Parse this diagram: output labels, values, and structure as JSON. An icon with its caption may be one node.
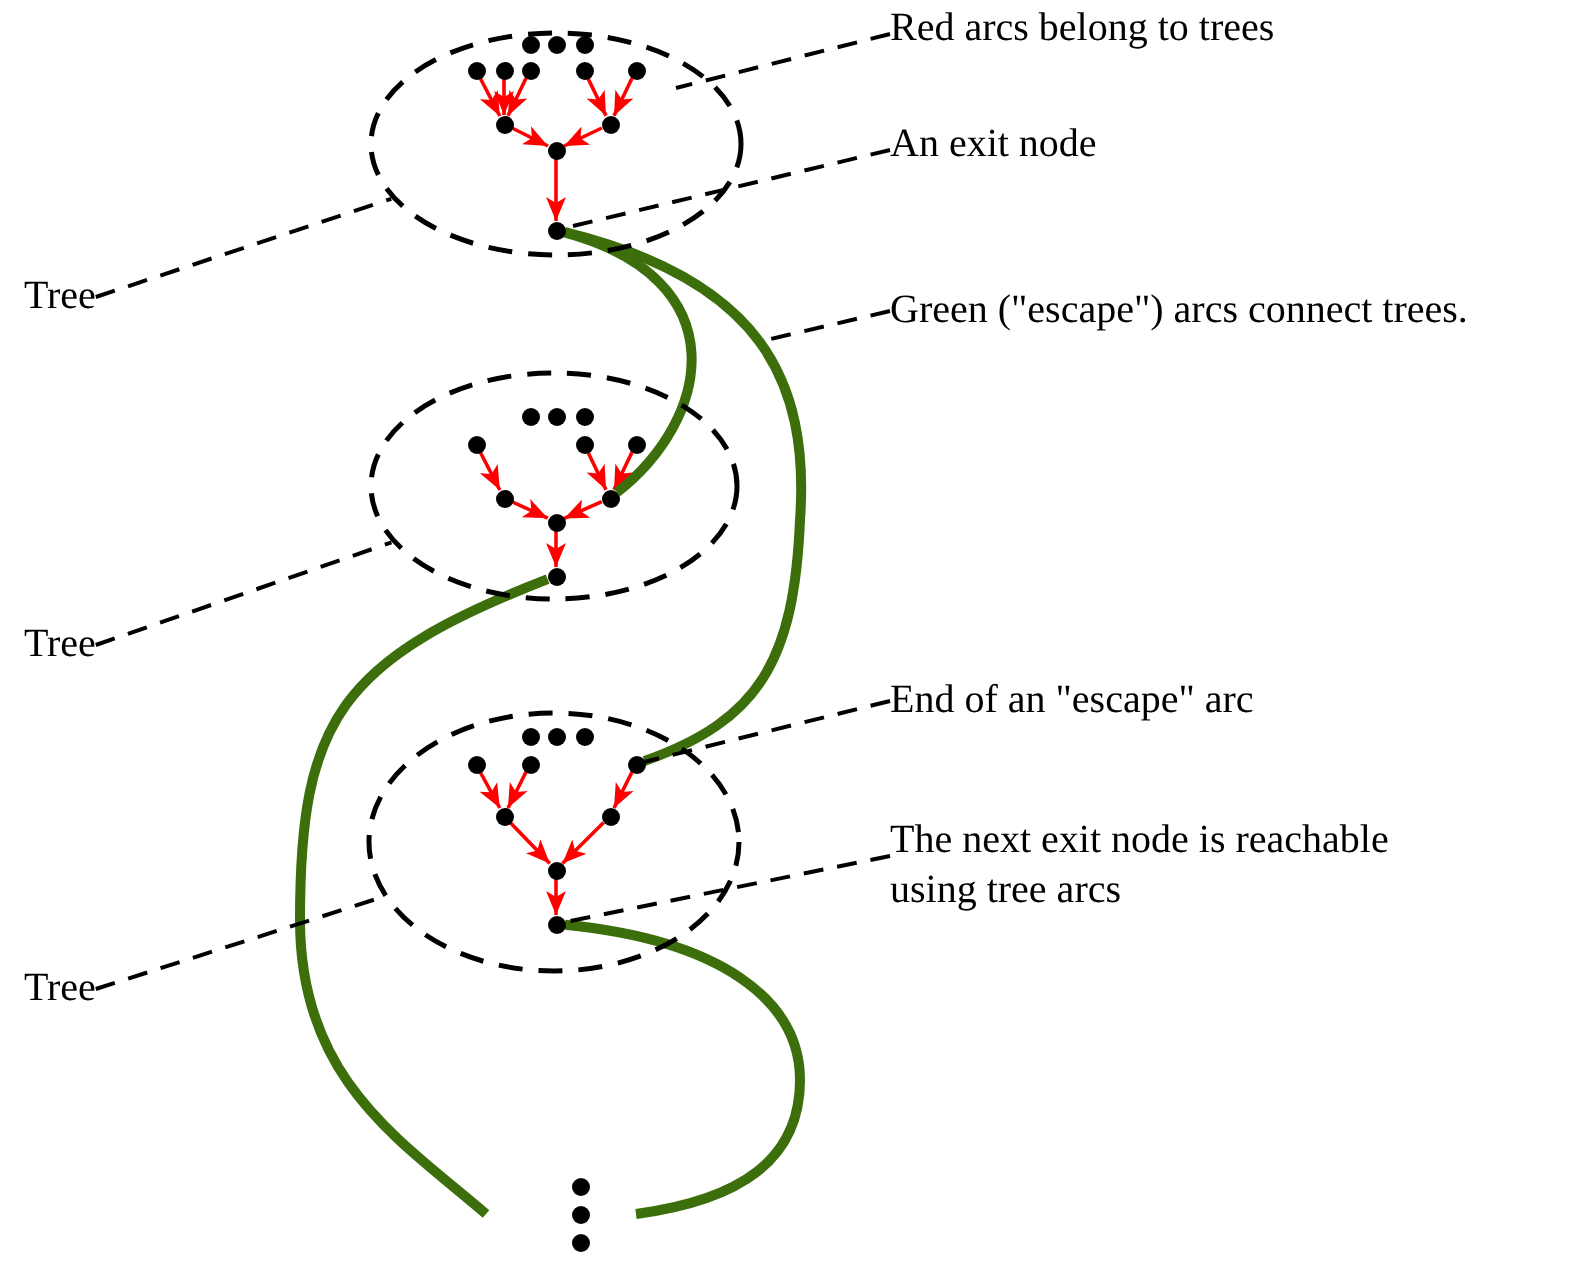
{
  "diagram": {
    "nodes": [
      {
        "text": [],
        "shape": "ellipse"
      },
      {
        "text": [],
        "shape": "circle",
        "in": 0
      },
      {
        "text": [],
        "shape": "circle",
        "in": 0
      },
      {
        "text": [],
        "shape": "circle",
        "in": 0
      },
      {
        "text": [],
        "shape": "circle",
        "in": 0
      },
      {
        "text": [],
        "shape": "circle",
        "in": 0
      },
      {
        "text": [],
        "shape": "circle",
        "in": 0
      },
      {
        "text": [],
        "shape": "circle",
        "in": 0
      },
      {
        "text": [],
        "shape": "circle",
        "in": 0
      },
      {
        "text": [],
        "shape": "circle",
        "in": 0
      },
      {
        "text": [],
        "shape": "ellipse"
      },
      {
        "text": [],
        "shape": "circle",
        "in": 10
      },
      {
        "text": [],
        "shape": "circle",
        "in": 10
      },
      {
        "text": [],
        "shape": "circle",
        "in": 10
      },
      {
        "text": [],
        "shape": "circle",
        "in": 10
      },
      {
        "text": [],
        "shape": "circle",
        "in": 10
      },
      {
        "text": [],
        "shape": "circle",
        "in": 10
      },
      {
        "text": [],
        "shape": "circle",
        "in": 10
      },
      {
        "text": [],
        "shape": "ellipse"
      },
      {
        "text": [],
        "shape": "circle",
        "in": 18
      },
      {
        "text": [],
        "shape": "circle",
        "in": 18
      },
      {
        "text": [],
        "shape": "circle",
        "in": 18
      },
      {
        "text": [],
        "shape": "circle",
        "in": 18
      },
      {
        "text": [],
        "shape": "circle",
        "in": 18
      },
      {
        "text": [],
        "shape": "circle",
        "in": 18
      },
      {
        "text": [],
        "shape": "circle",
        "in": 18
      },
      {
        "text": [
          "Tree"
        ]
      },
      {
        "text": [
          "Tree"
        ]
      },
      {
        "text": [
          "Tree"
        ]
      },
      {
        "text": [
          "Red arcs belong to trees"
        ]
      },
      {
        "text": [
          "An exit node"
        ]
      },
      {
        "text": [
          "Green (\"escape\") arcs connect trees."
        ]
      },
      {
        "text": [
          "End of an \"escape\" arc"
        ]
      },
      {
        "text": [
          "The next exit node is reachable using tree arcs"
        ]
      }
    ],
    "edges": [
      {
        "from": 1,
        "to": 6,
        "arrow": "to"
      },
      {
        "from": 2,
        "to": 6,
        "arrow": "to"
      },
      {
        "from": 3,
        "to": 6,
        "arrow": "to"
      },
      {
        "from": 4,
        "to": 7,
        "arrow": "to"
      },
      {
        "from": 5,
        "to": 7,
        "arrow": "to"
      },
      {
        "from": 6,
        "to": 8,
        "arrow": "to"
      },
      {
        "from": 7,
        "to": 8,
        "arrow": "to"
      },
      {
        "from": 8,
        "to": 9,
        "arrow": "to"
      },
      {
        "from": 11,
        "to": 14,
        "arrow": "to"
      },
      {
        "from": 12,
        "to": 15,
        "arrow": "to"
      },
      {
        "from": 13,
        "to": 15,
        "arrow": "to"
      },
      {
        "from": 14,
        "to": 16,
        "arrow": "to"
      },
      {
        "from": 15,
        "to": 16,
        "arrow": "to"
      },
      {
        "from": 16,
        "to": 17,
        "arrow": "to"
      },
      {
        "from": 19,
        "to": 22,
        "arrow": "to"
      },
      {
        "from": 20,
        "to": 22,
        "arrow": "to"
      },
      {
        "from": 21,
        "to": 23,
        "arrow": "to"
      },
      {
        "from": 22,
        "to": 24,
        "arrow": "to"
      },
      {
        "from": 23,
        "to": 24,
        "arrow": "to"
      },
      {
        "from": 24,
        "to": 25,
        "arrow": "to"
      },
      {
        "from": 9,
        "to": 15,
        "arrow": "none",
        "style": "thick",
        "color": "#3d6e0c"
      },
      {
        "from": 9,
        "to": 21,
        "arrow": "none",
        "style": "thick",
        "color": "#3d6e0c"
      },
      {
        "from": 17,
        "to": null,
        "arrow": "none",
        "style": "thick",
        "color": "#3d6e0c"
      },
      {
        "from": 25,
        "to": null,
        "arrow": "none",
        "style": "thick",
        "color": "#3d6e0c"
      },
      {
        "from": 26,
        "to": 0,
        "arrow": "none",
        "style": "dashed",
        "color": "#000000"
      },
      {
        "from": 27,
        "to": 10,
        "arrow": "none",
        "style": "dashed",
        "color": "#000000"
      },
      {
        "from": 28,
        "to": 18,
        "arrow": "none",
        "style": "dashed",
        "color": "#000000"
      },
      {
        "from": 29,
        "to": null,
        "arrow": "none",
        "style": "dashed",
        "color": "#000000"
      },
      {
        "from": 30,
        "to": 9,
        "arrow": "none",
        "style": "dashed",
        "color": "#000000"
      },
      {
        "from": 31,
        "to": null,
        "arrow": "none",
        "style": "dashed",
        "color": "#000000"
      },
      {
        "from": 32,
        "to": 21,
        "arrow": "none",
        "style": "dashed",
        "color": "#000000"
      },
      {
        "from": 33,
        "to": 25,
        "arrow": "none",
        "style": "dashed",
        "color": "#000000"
      }
    ]
  }
}
